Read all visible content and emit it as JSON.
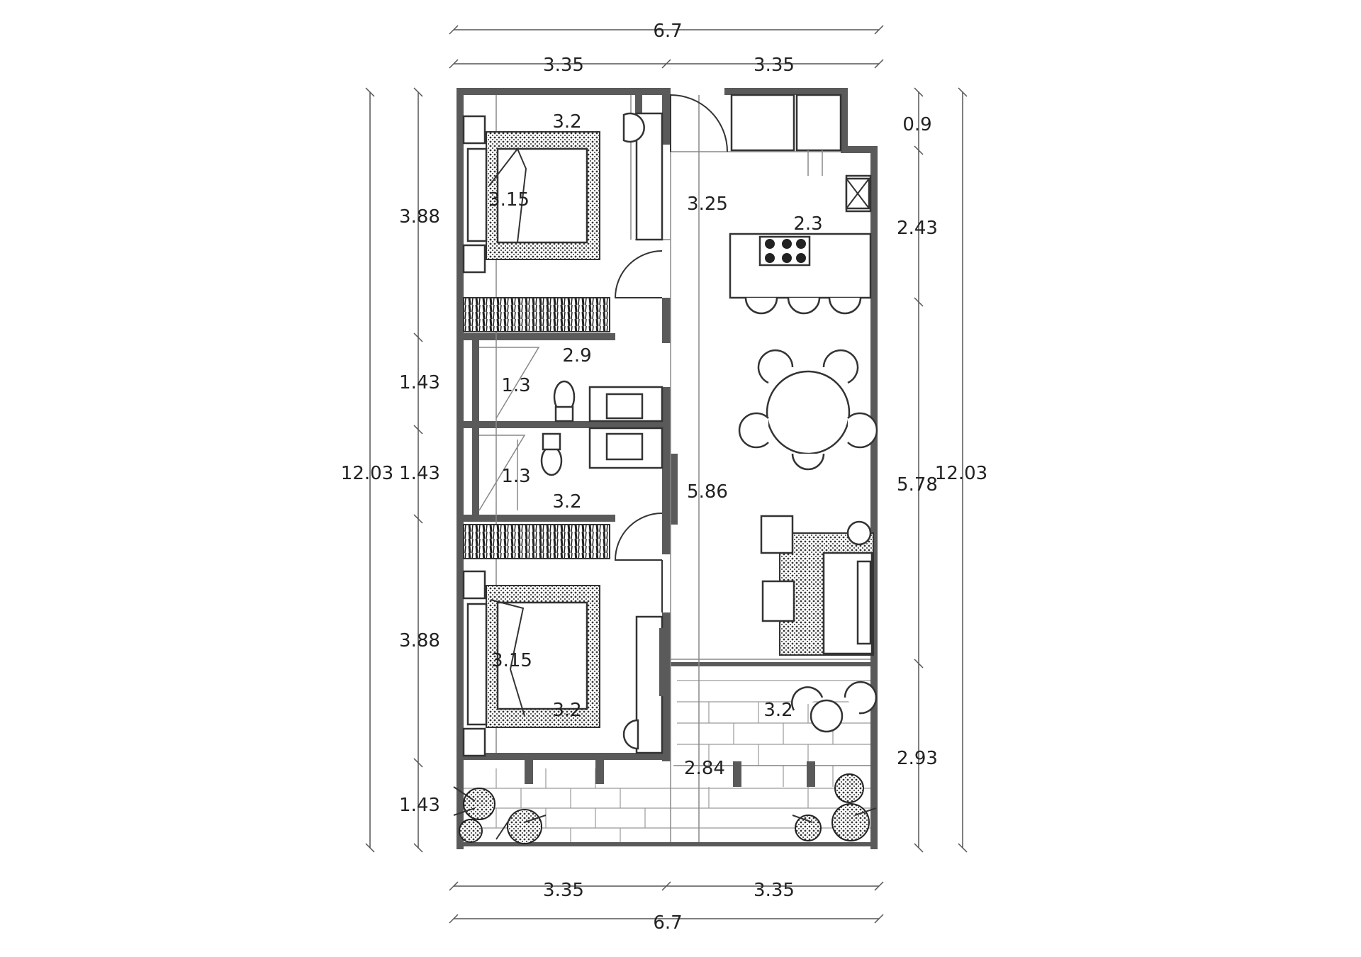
{
  "dimensions": {
    "top_total": "6.7",
    "top_left": "3.35",
    "top_right": "3.35",
    "bottom_left": "3.35",
    "bottom_right": "3.35",
    "bottom_total": "6.7",
    "left_total": "12.03",
    "left_bedroom_top": "3.88",
    "left_bath_top": "1.43",
    "left_bath_bottom": "1.43",
    "left_bedroom_bottom": "3.88",
    "left_garden": "1.43",
    "right_total": "12.03",
    "right_laundry": "0.9",
    "right_kitchen": "2.43",
    "right_living": "5.78",
    "right_terrace": "2.93"
  },
  "rooms": {
    "bedroom_top_width": "3.2",
    "bedroom_top_depth": "3.15",
    "corridor_depth": "3.25",
    "kitchen_width": "2.3",
    "hall_width": "2.9",
    "bath_top_width": "1.3",
    "bath_bottom_width": "1.3",
    "bedroom_bottom_top_width": "3.2",
    "corridor_length": "5.86",
    "bedroom_bottom_depth": "3.15",
    "bedroom_bottom_width": "3.2",
    "terrace_width": "3.2",
    "terrace_depth": "2.84"
  }
}
